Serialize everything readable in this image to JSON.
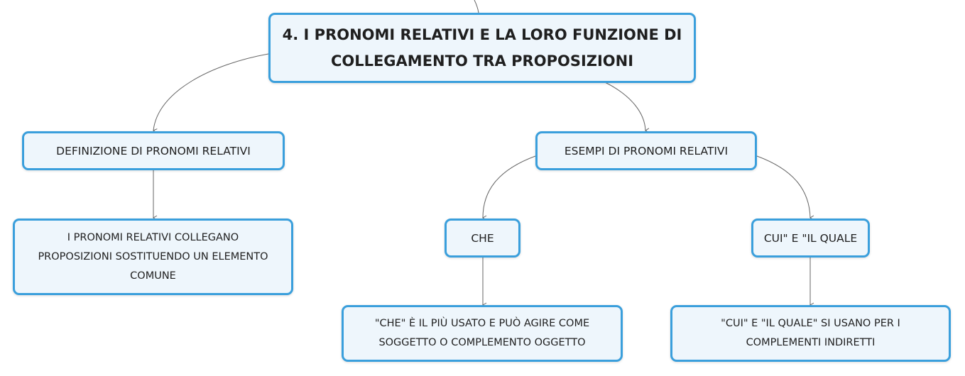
{
  "map": {
    "root": "4. I PRONOMI RELATIVI E LA LORO FUNZIONE DI\nCOLLEGAMENTO TRA PROPOSIZIONI",
    "definizione": "DEFINIZIONE DI PRONOMI RELATIVI",
    "definizione_testo": "I PRONOMI RELATIVI COLLEGANO\nPROPOSIZIONI SOSTITUENDO UN ELEMENTO\nCOMUNE",
    "esempi": "ESEMPI DI PRONOMI RELATIVI",
    "che": "CHE",
    "che_testo": "\"CHE\" È IL PIÙ USATO E PUÒ AGIRE COME\nSOGGETTO O COMPLEMENTO OGGETTO",
    "cui": "CUI\" E \"IL QUALE",
    "cui_testo": "\"CUI\" E \"IL QUALE\" SI USANO PER I\nCOMPLEMENTI INDIRETTI"
  },
  "colors": {
    "border": "#3a9fdc",
    "fill": "#eef6fc",
    "connector": "#666666"
  }
}
